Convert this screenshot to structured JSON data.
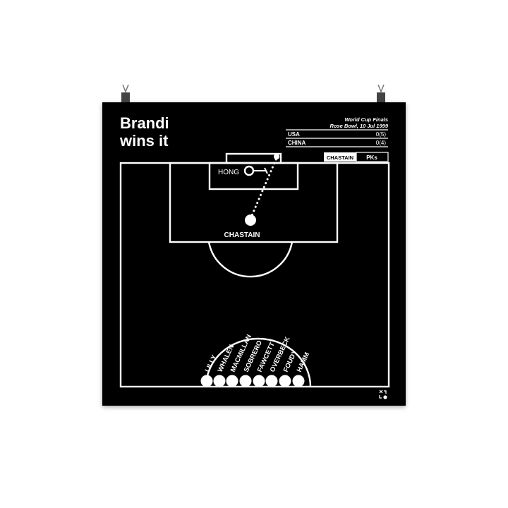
{
  "title_line1": "Brandi",
  "title_line2": "wins it",
  "match": {
    "competition": "World Cup Finals",
    "venue_date": "Rose Bowl, 10 Jul 1999",
    "teams": [
      {
        "name": "USA",
        "score": "0(5)"
      },
      {
        "name": "CHINA",
        "score": "0(4)"
      }
    ],
    "scorer": "CHASTAIN",
    "period": "PKs"
  },
  "players": {
    "keeper": "HONG",
    "shooter": "CHASTAIN",
    "lineup": [
      "LILLY",
      "WHALEN",
      "MACMILLAN",
      "SOBRERO",
      "FAWCETT",
      "OVERBECK",
      "FOUDY",
      "HAMM"
    ]
  },
  "colors": {
    "background": "#000000",
    "lines": "#ffffff"
  }
}
